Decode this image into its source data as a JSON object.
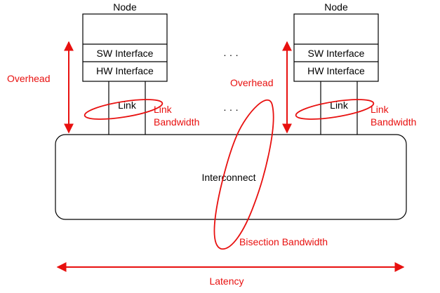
{
  "colors": {
    "annotation": "#e8100f",
    "line": "#000000",
    "background": "#ffffff"
  },
  "nodes": [
    {
      "title": "Node",
      "sw": "SW Interface",
      "hw": "HW Interface",
      "link": "Link",
      "link_bw": [
        "Link",
        "Bandwidth"
      ]
    },
    {
      "title": "Node",
      "sw": "SW Interface",
      "hw": "HW Interface",
      "link": "Link",
      "link_bw": [
        "Link",
        "Bandwidth"
      ]
    }
  ],
  "dots": [
    "· · ·",
    "· · ·"
  ],
  "interconnect": "Interconnect",
  "overhead_left": "Overhead",
  "overhead_center": "Overhead",
  "bisection": "Bisection Bandwidth",
  "latency": "Latency"
}
